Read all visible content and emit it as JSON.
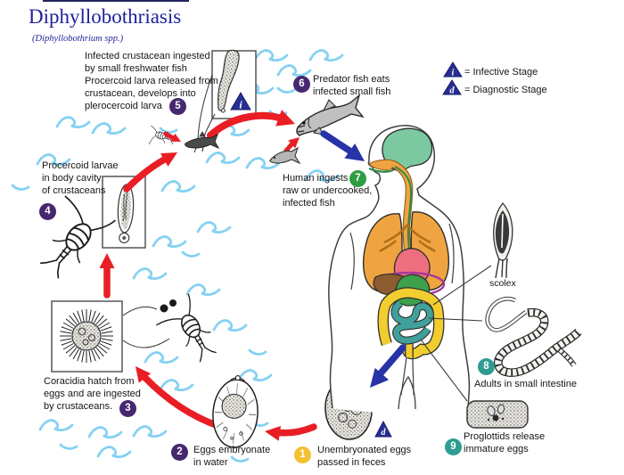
{
  "title": "Diphyllobothriasis",
  "subtitle": "(Diphyllobothrium spp.)",
  "legend": {
    "infective_symbol": "i",
    "infective_label": "= Infective Stage",
    "diagnostic_symbol": "d",
    "diagnostic_label": "= Diagnostic Stage"
  },
  "stages": {
    "s1": {
      "num": "1",
      "text": "Unembryonated eggs\npassed in feces"
    },
    "s2": {
      "num": "2",
      "text": "Eggs embryonate\nin water"
    },
    "s3": {
      "num": "3",
      "text": "Coracidia hatch from\neggs and are ingested\nby crustaceans."
    },
    "s4": {
      "num": "4",
      "text": "Procercoid larvae\nin body cavity\nof crustaceans"
    },
    "s5": {
      "num": "5",
      "text": "Infected crustacean ingested\nby small freshwater fish\nProcercoid larva released from\ncrustacean, develops into\nplerocercoid larva"
    },
    "s6": {
      "num": "6",
      "text": "Predator fish eats\ninfected small fish"
    },
    "s7": {
      "num": "7",
      "line1": "Human ingests",
      "rest": "raw or undercooked,\ninfected fish"
    },
    "s8": {
      "num": "8",
      "text": "Adults in small intestine"
    },
    "s9": {
      "num": "9",
      "text": "Proglottids release\nimmature eggs"
    }
  },
  "annotations": {
    "scolex": "scolex"
  },
  "colors": {
    "title_navy": "#1f1f9a",
    "wave_blue": "#85d1f3",
    "arrow_red": "#e91e25",
    "arrow_blue": "#2733a6",
    "triangle_navy": "#272d93",
    "stage_purple": "#45286f",
    "stage_yellow": "#f3c033",
    "stage_green": "#2f9e41",
    "stage_teal": "#2e9c92"
  }
}
